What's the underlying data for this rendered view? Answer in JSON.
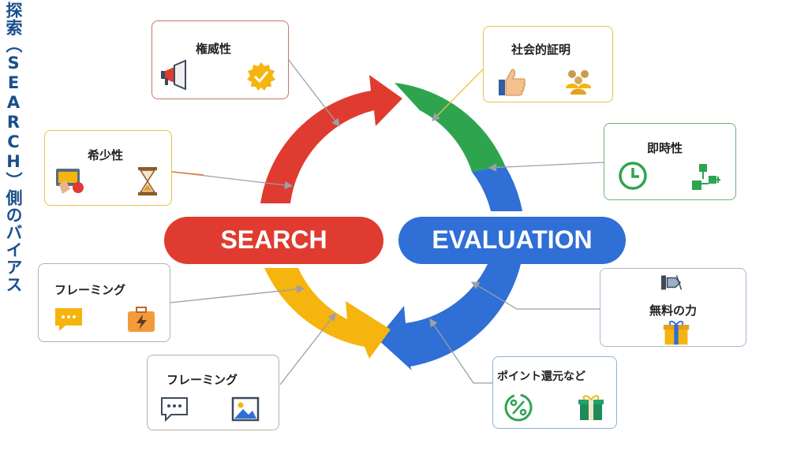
{
  "side_title": "探索（SEARCH）側のバイアス",
  "center": {
    "search_label": "SEARCH",
    "evaluation_label": "EVALUATION"
  },
  "colors": {
    "red": "#e03b30",
    "green": "#2ea44f",
    "blue": "#2f6fd6",
    "yellow": "#f6b40e",
    "title_blue": "#1a4f8c"
  },
  "boxes": {
    "authority": {
      "label": "権威性",
      "icons": [
        "megaphone-icon",
        "badge-check-icon"
      ]
    },
    "scarcity": {
      "label": "希少性",
      "icons": [
        "limited-offer-icon",
        "hourglass-icon"
      ]
    },
    "framing_1": {
      "label": "フレーミング",
      "icons": [
        "chat-bubble-icon",
        "briefcase-lightning-icon"
      ]
    },
    "framing_2": {
      "label": "フレーミング",
      "icons": [
        "speech-bubble-icon",
        "image-frame-icon"
      ]
    },
    "social_proof": {
      "label": "社会的証明",
      "icons": [
        "thumbs-up-icon",
        "people-group-icon"
      ]
    },
    "immediacy": {
      "label": "即時性",
      "icons": [
        "clock-icon",
        "flowchart-icon"
      ]
    },
    "free_power": {
      "label": "無料の力",
      "icons": [
        "price-tag-icon",
        "gift-box-icon"
      ]
    },
    "points": {
      "label": "ポイント還元など",
      "icons": [
        "percent-circle-icon",
        "gift-bag-icon"
      ]
    }
  }
}
